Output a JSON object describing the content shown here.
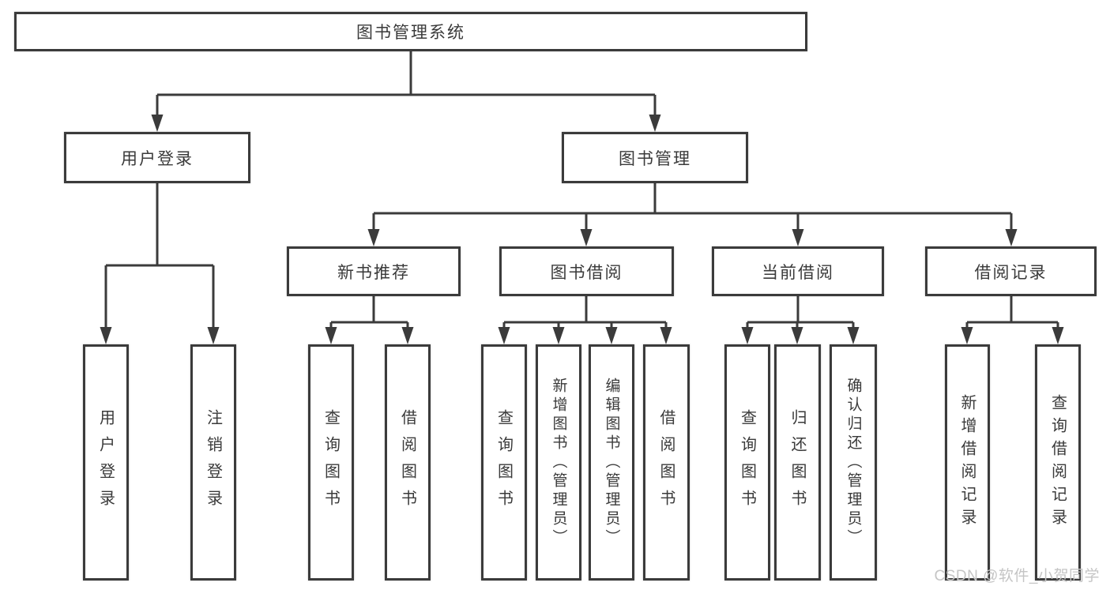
{
  "diagram": {
    "title": "图书管理系统",
    "root": {
      "label": "图书管理系统"
    },
    "branches": [
      {
        "label": "用户登录",
        "children": [
          {
            "label": "用户登录"
          },
          {
            "label": "注销登录"
          }
        ]
      },
      {
        "label": "图书管理",
        "children": [
          {
            "label": "新书推荐",
            "children": [
              {
                "label": "查询图书"
              },
              {
                "label": "借阅图书"
              }
            ]
          },
          {
            "label": "图书借阅",
            "children": [
              {
                "label": "查询图书"
              },
              {
                "label": "新增图书（管理员）"
              },
              {
                "label": "编辑图书（管理员）"
              },
              {
                "label": "借阅图书"
              }
            ]
          },
          {
            "label": "当前借阅",
            "children": [
              {
                "label": "查询图书"
              },
              {
                "label": "归还图书"
              },
              {
                "label": "确认归还（管理员）"
              }
            ]
          },
          {
            "label": "借阅记录",
            "children": [
              {
                "label": "新增借阅记录"
              },
              {
                "label": "查询借阅记录"
              }
            ]
          }
        ]
      }
    ],
    "colors": {
      "line": "#3b3b3b",
      "text": "#3a3a3a",
      "background": "#ffffff",
      "watermark": "#c5c5c5"
    },
    "watermark": "CSDN @软件_小贺同学"
  }
}
